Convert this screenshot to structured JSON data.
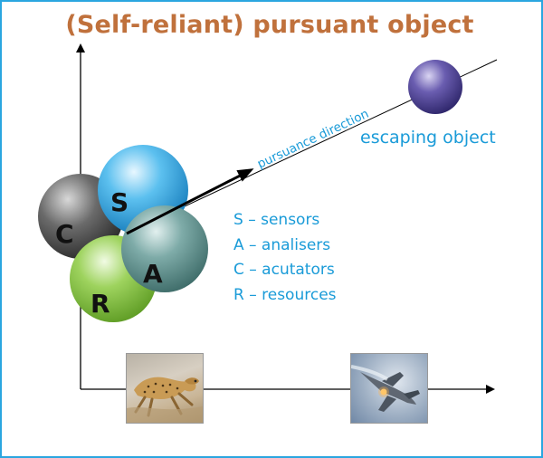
{
  "title": "(Self-reliant) pursuant object",
  "spheres": {
    "s": "S",
    "c": "C",
    "a": "A",
    "r": "R"
  },
  "arrow_label": "pursuance direction",
  "escaping_label": "escaping object",
  "legend": [
    "S  – sensors",
    "A – analisers",
    "C – acutators",
    "R – resources"
  ],
  "colors": {
    "title": "#c0713c",
    "text_blue": "#1a9bd8",
    "frame": "#2aa6e0",
    "sphere_c": "#5a5a5a",
    "sphere_s": "#2aa0e0",
    "sphere_a": "#5a8f8c",
    "sphere_r": "#7fc241",
    "sphere_escaping": "#4b3f8e"
  },
  "images": {
    "left": "cheetah-photo",
    "right": "jet-fighter-photo"
  }
}
